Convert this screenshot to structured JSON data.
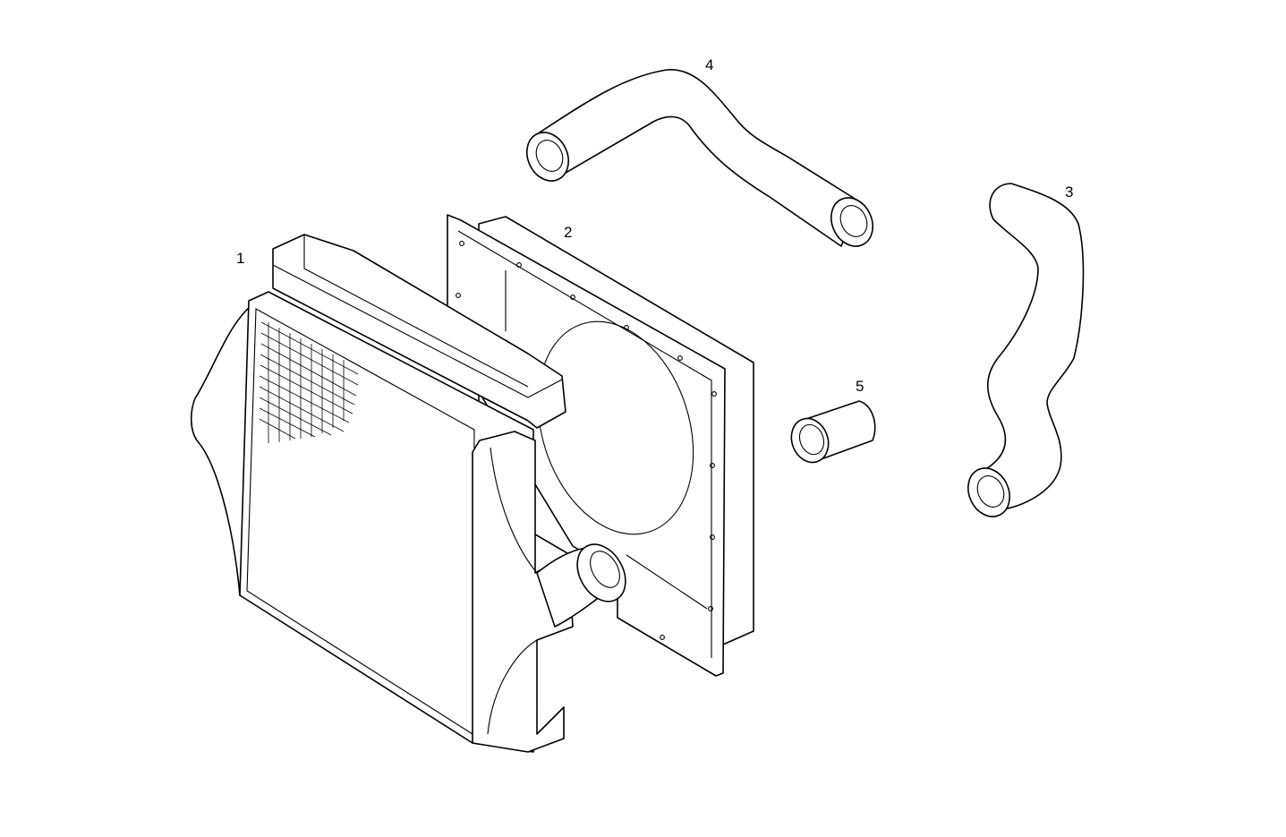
{
  "drawing": {
    "stroke_color": "#000000",
    "background_color": "#ffffff"
  },
  "parts": [
    {
      "callout": "1",
      "depicts": "radiator-core-assembly"
    },
    {
      "callout": "2",
      "depicts": "fan-shroud"
    },
    {
      "callout": "3",
      "depicts": "lower-radiator-hose"
    },
    {
      "callout": "4",
      "depicts": "upper-radiator-hose"
    },
    {
      "callout": "5",
      "depicts": "straight-hose-sleeve"
    }
  ]
}
